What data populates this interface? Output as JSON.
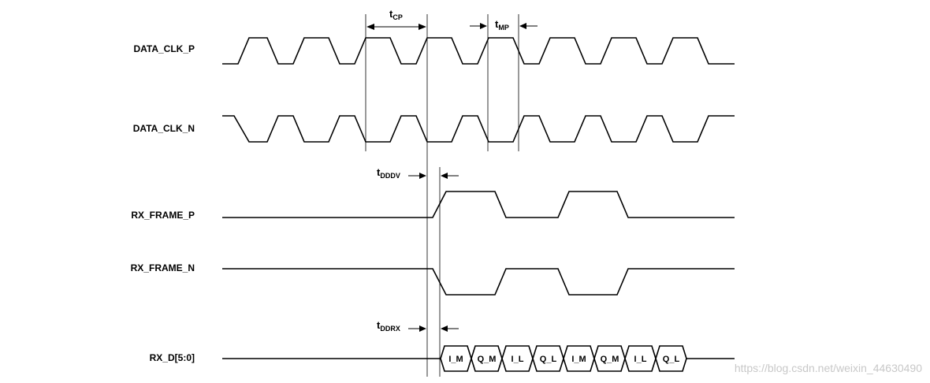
{
  "signals": [
    {
      "id": "data_clk_p",
      "label": "DATA_CLK_P"
    },
    {
      "id": "data_clk_n",
      "label": "DATA_CLK_N"
    },
    {
      "id": "rx_frame_p",
      "label": "RX_FRAME_P"
    },
    {
      "id": "rx_frame_n",
      "label": "RX_FRAME_N"
    },
    {
      "id": "rx_d",
      "label": "RX_D[5:0]"
    }
  ],
  "timings": {
    "tcp": {
      "main": "t",
      "sub": "CP"
    },
    "tmp": {
      "main": "t",
      "sub": "MP"
    },
    "tdddv": {
      "main": "t",
      "sub": "DDDV"
    },
    "tddrx": {
      "main": "t",
      "sub": "DDRX"
    }
  },
  "rx_d_cells": [
    "I_M",
    "Q_M",
    "I_L",
    "Q_L",
    "I_M",
    "Q_M",
    "I_L",
    "Q_L"
  ],
  "watermark": "https://blog.csdn.net/weixin_44630490"
}
